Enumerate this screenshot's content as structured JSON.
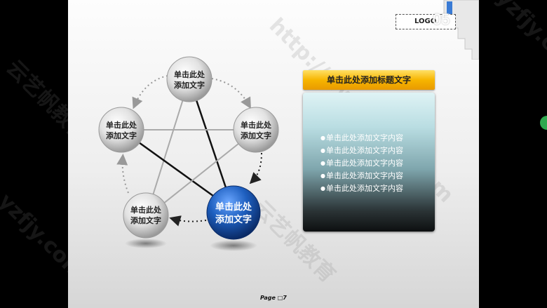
{
  "logo": {
    "text": "LOGO",
    "number": "05"
  },
  "nodes": [
    {
      "label_line1": "单击此处",
      "label_line2": "添加文字"
    },
    {
      "label_line1": "单击此处",
      "label_line2": "添加文字"
    },
    {
      "label_line1": "单击此处",
      "label_line2": "添加文字"
    },
    {
      "label_line1": "单击此处",
      "label_line2": "添加文字"
    },
    {
      "label_line1": "单击此处",
      "label_line2": "添加文字"
    }
  ],
  "panel": {
    "title": "单击此处添加标题文字",
    "items": [
      "单击此处添加文字内容",
      "单击此处添加文字内容",
      "单击此处添加文字内容",
      "单击此处添加文字内容",
      "单击此处添加文字内容"
    ]
  },
  "footer": {
    "page": "Page □7"
  },
  "watermarks": {
    "site": "http://www.yzfjy.com",
    "brand": "云艺帆教育",
    "edge": "yzfjy.com"
  },
  "colors": {
    "accent": "#f7b500",
    "highlight_node": "#1e5fbf"
  }
}
